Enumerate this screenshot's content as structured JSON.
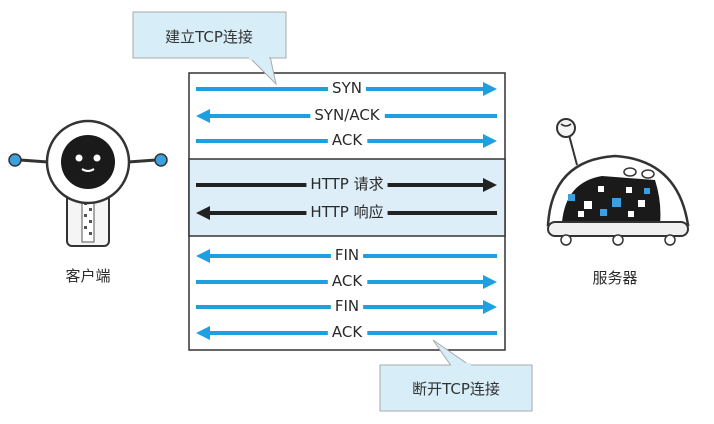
{
  "callouts": {
    "establish": "建立TCP连接",
    "terminate": "断开TCP连接"
  },
  "actors": {
    "client": "客户端",
    "server": "服务器"
  },
  "messages": [
    {
      "label": "SYN",
      "direction": "right",
      "color": "#1e9fe0"
    },
    {
      "label": "SYN/ACK",
      "direction": "left",
      "color": "#1e9fe0"
    },
    {
      "label": "ACK",
      "direction": "right",
      "color": "#1e9fe0"
    },
    {
      "label": "HTTP 请求",
      "direction": "right",
      "color": "#222222"
    },
    {
      "label": "HTTP 响应",
      "direction": "left",
      "color": "#222222"
    },
    {
      "label": "FIN",
      "direction": "left",
      "color": "#1e9fe0"
    },
    {
      "label": "ACK",
      "direction": "right",
      "color": "#1e9fe0"
    },
    {
      "label": "FIN",
      "direction": "right",
      "color": "#1e9fe0"
    },
    {
      "label": "ACK",
      "direction": "left",
      "color": "#1e9fe0"
    }
  ],
  "colors": {
    "tcp_arrow": "#1e9fe0",
    "http_arrow": "#222222",
    "callout_fill": "#d7eef8",
    "http_band": "#ddeef8",
    "frame": "#333333"
  }
}
